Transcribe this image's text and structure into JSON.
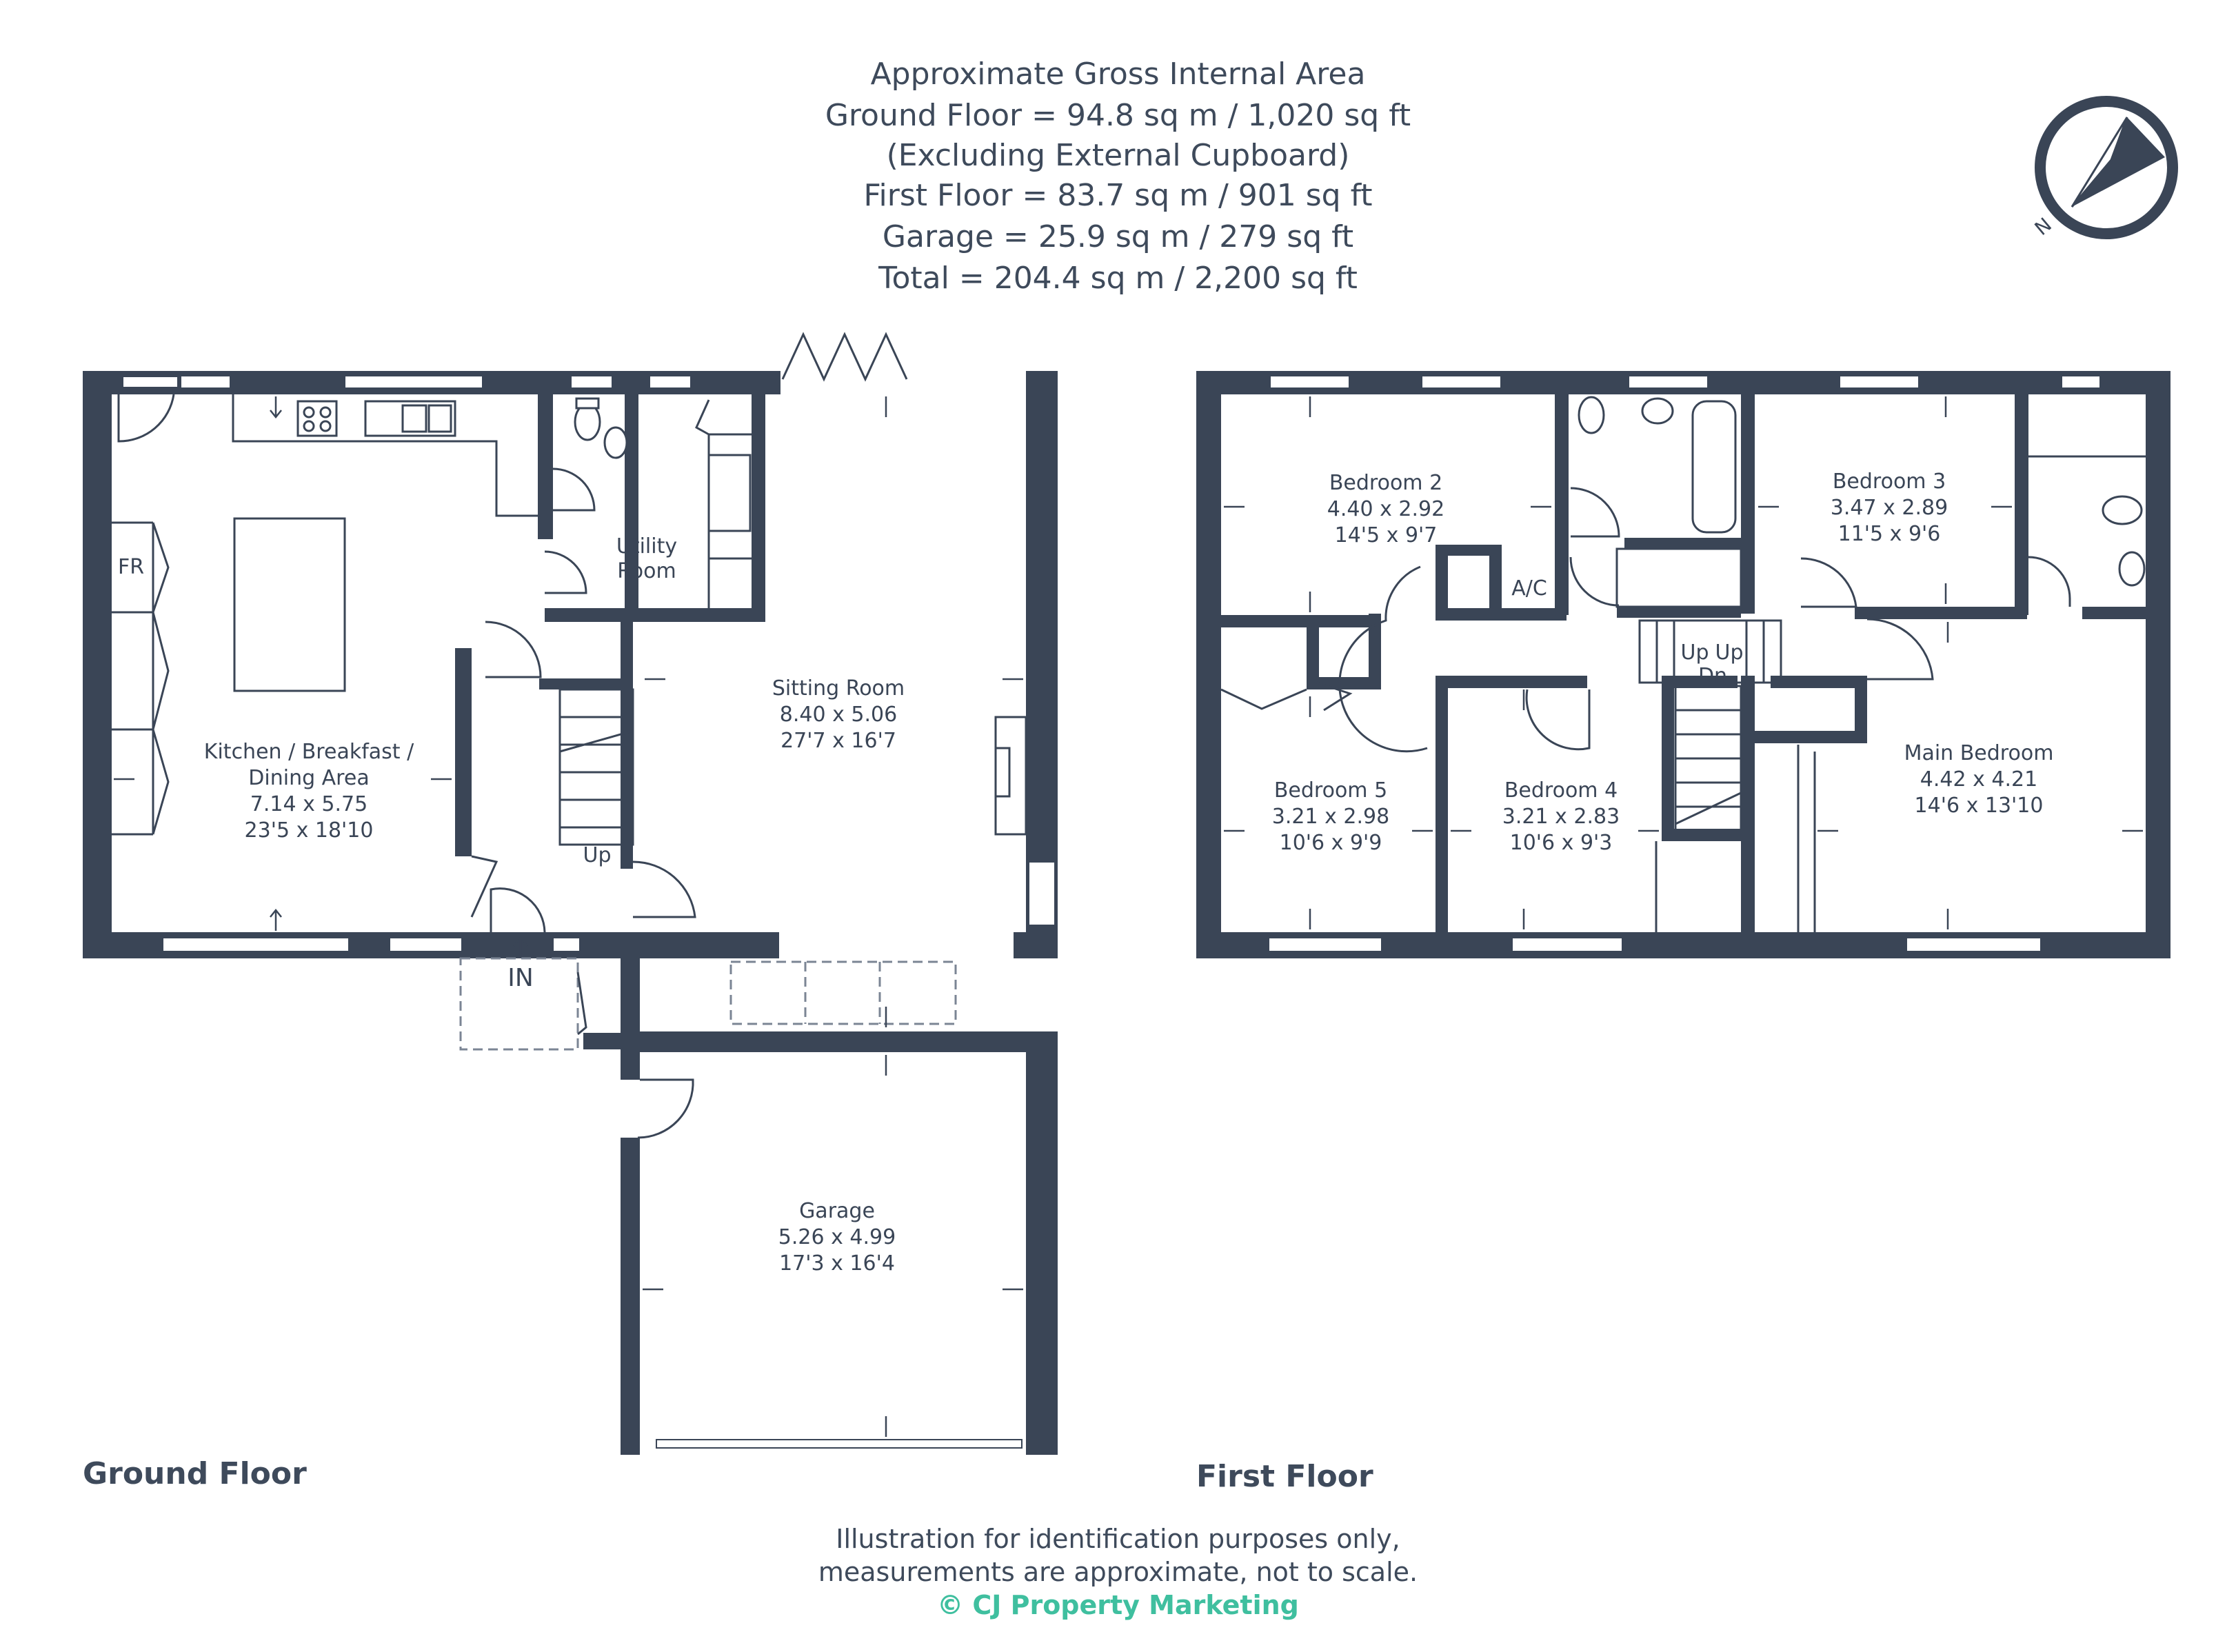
{
  "area": {
    "title": "Approximate Gross Internal Area",
    "ground": "Ground Floor = 94.8 sq m / 1,020 sq ft",
    "ground_note": "(Excluding External Cupboard)",
    "first": "First Floor = 83.7 sq m / 901 sq ft",
    "garage": "Garage = 25.9 sq m / 279 sq ft",
    "total": "Total = 204.4 sq m / 2,200 sq ft"
  },
  "compass": {
    "label": "N",
    "icon": "compass-north-icon"
  },
  "colors": {
    "wall": "#3a4556",
    "credit": "#3fbf9f"
  },
  "floors": {
    "ground_label": "Ground Floor",
    "first_label": "First Floor"
  },
  "ground_rooms": {
    "kitchen": {
      "name1": "Kitchen / Breakfast /",
      "name2": "Dining Area",
      "metric": "7.14 x 5.75",
      "imperial": "23'5 x 18'10"
    },
    "utility": {
      "name1": "Utility",
      "name2": "Room"
    },
    "sitting": {
      "name": "Sitting Room",
      "metric": "8.40 x 5.06",
      "imperial": "27'7 x 16'7"
    },
    "garage": {
      "name": "Garage",
      "metric": "5.26 x 4.99",
      "imperial": "17'3 x 16'4"
    },
    "fr": "FR",
    "up": "Up",
    "entrance": "IN"
  },
  "first_rooms": {
    "bed2": {
      "name": "Bedroom 2",
      "metric": "4.40 x 2.92",
      "imperial": "14'5 x 9'7"
    },
    "bed3": {
      "name": "Bedroom 3",
      "metric": "3.47 x 2.89",
      "imperial": "11'5 x 9'6"
    },
    "bed4": {
      "name": "Bedroom 4",
      "metric": "3.21 x 2.83",
      "imperial": "10'6 x 9'3"
    },
    "bed5": {
      "name": "Bedroom 5",
      "metric": "3.21 x 2.98",
      "imperial": "10'6 x 9'9"
    },
    "main": {
      "name": "Main Bedroom",
      "metric": "4.42 x 4.21",
      "imperial": "14'6 x 13'10"
    },
    "ac": "A/C",
    "up1": "Up",
    "up2": "Up",
    "dn": "Dn"
  },
  "footer": {
    "line1": "Illustration for identification purposes only,",
    "line2": "measurements are approximate, not to scale.",
    "credit": "© CJ Property Marketing"
  }
}
